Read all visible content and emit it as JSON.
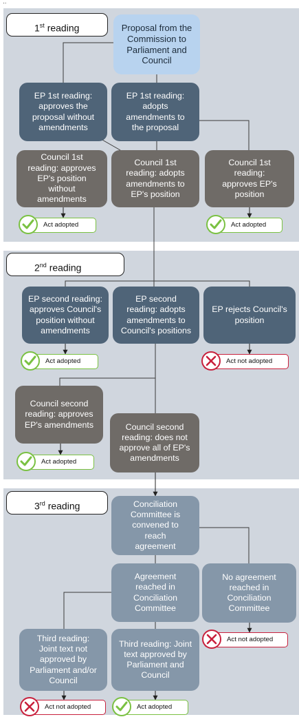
{
  "corner_mark": "..",
  "stages": [
    {
      "ordinal": "1",
      "suffix": "st",
      "word": " reading"
    },
    {
      "ordinal": "2",
      "suffix": "nd",
      "word": " reading"
    },
    {
      "ordinal": "3",
      "suffix": "rd",
      "word": " reading"
    }
  ],
  "boxes": {
    "proposal": "Proposal from the Commission to Parliament and Council",
    "ep1_approves": "EP 1st reading: approves the proposal without amendments",
    "ep1_adopts": "EP 1st reading: adopts amendments to the proposal",
    "council1_approves_ep": "Council 1st reading: approves EP's position without amendments",
    "council1_adopts": "Council 1st reading: adopts amendments to EP's position",
    "council1_approves": "Council 1st reading: approves EP's position",
    "ep2_approves": "EP second reading: approves Council's position without amendments",
    "ep2_adopts": "EP second reading: adopts amendments to Council's positions",
    "ep2_rejects": "EP rejects Council's position",
    "council2_approves": "Council second reading: approves EP's amendments",
    "council2_not_all": "Council second reading: does not approve all of EP's amendments",
    "conciliation": "Conciliation Committee is convened to reach agreement",
    "agreement": "Agreement reached in Conciliation Committee",
    "no_agreement": "No agreement reached in Conciliation Committee",
    "third_not_approved": "Third reading: Joint text not approved by Parliament and/or Council",
    "third_approved": "Third reading: Joint text approved by Parliament and Council"
  },
  "outcomes": {
    "adopted": "Act adopted",
    "not_adopted": "Act not adopted"
  },
  "colors": {
    "band": "#d0d6de",
    "proposal": "#b8d3ef",
    "ep_box": "#4f6478",
    "council_box": "#6f6b67",
    "conciliation_box": "#8597a9",
    "adopted_border": "#7ac142",
    "not_adopted_border": "#c8203c"
  }
}
